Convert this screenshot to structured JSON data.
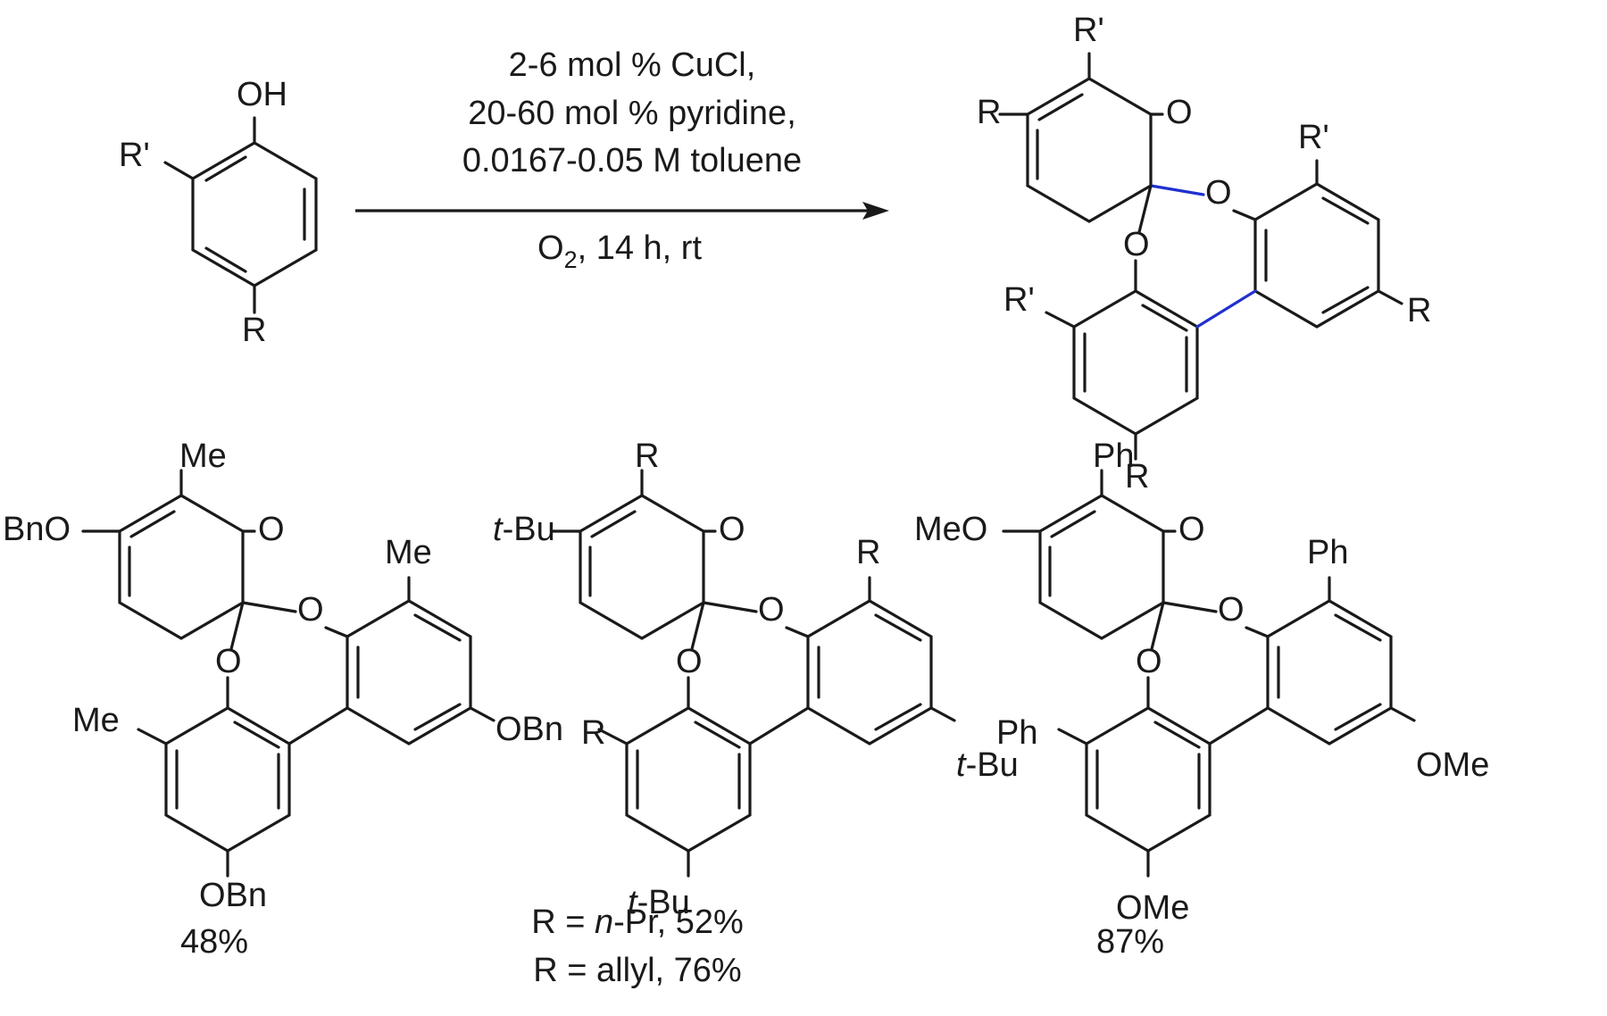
{
  "reaction": {
    "conditions": [
      "2-6 mol % CuCl,",
      "20-60 mol % pyridine,",
      "0.0167-0.05 M toluene"
    ],
    "conditions_below": {
      "o2_main": "O",
      "o2_sub": "2",
      "rest": ", 14 h, rt"
    },
    "bond_color": "#1a1a1a",
    "new_bond_color": "#2030d0"
  },
  "reactant": {
    "oh": "OH",
    "r_prime": "R'",
    "r": "R"
  },
  "general_product": {
    "r_prime": "R'",
    "r": "R",
    "o": "O"
  },
  "examples": [
    {
      "ring_r": "Me",
      "ring_rsub": "BnO",
      "aryl_r": "Me",
      "aryl_rsub": "OBn",
      "yield_lines": [
        "48%"
      ]
    },
    {
      "ring_r": "R",
      "ring_rsub": "t-Bu",
      "aryl_r": "R",
      "aryl_rsub": "t-Bu",
      "yield_lines": [
        "R = n-Pr, 52%",
        "R = allyl, 76%"
      ]
    },
    {
      "ring_r": "Ph",
      "ring_rsub": "MeO",
      "aryl_r": "Ph",
      "aryl_rsub": "OMe",
      "yield_lines": [
        "87%"
      ]
    }
  ]
}
